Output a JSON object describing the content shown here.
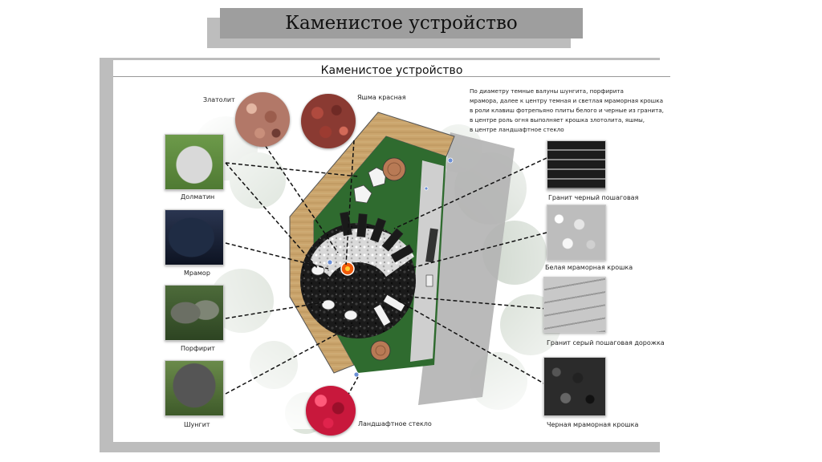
{
  "slide": {
    "title": "Каменистое устройство"
  },
  "sheet": {
    "title": "Каменистое устройство",
    "description": [
      "По диаметру темные валуны шунгита, порфирита",
      "мрамора, далее к центру темная и светлая мраморная крошка",
      "в роли клавиш фотрепьяно плиты белого и черные из гранита,",
      "в центре роль огня выполняет крошка злотолита, яшмы,",
      "в центре ландшафтное стекло"
    ],
    "materials_left": [
      {
        "label": "Долматин",
        "icon": "dolmatin-stone-photo"
      },
      {
        "label": "Мрамор",
        "icon": "marble-stone-photo"
      },
      {
        "label": "Порфирит",
        "icon": "porphyrite-stone-photo"
      },
      {
        "label": "Шунгит",
        "icon": "shungite-stone-photo"
      }
    ],
    "materials_top": [
      {
        "label": "Златолит",
        "icon": "zlatolit-chips-swatch"
      },
      {
        "label": "Яшма красная",
        "icon": "red-jasper-chips-swatch"
      }
    ],
    "materials_right": [
      {
        "label": "Гранит черный  пошаговая",
        "icon": "black-granite-steps-photo"
      },
      {
        "label": "Белая мраморная крошка",
        "icon": "white-marble-chips-photo"
      },
      {
        "label": "Гранит серый пошаговая дорожка",
        "icon": "grey-granite-path-photo"
      },
      {
        "label": "Черная мраморная крошка",
        "icon": "black-marble-chips-photo"
      }
    ],
    "materials_bottom": [
      {
        "label": "Ландшафтное стекло",
        "icon": "landscape-glass-swatch"
      }
    ],
    "colors": {
      "lawn": "#2f6b2f",
      "wood": "#c9a46a",
      "fire": "#f05a0a",
      "jasper": "#8a3a32",
      "glass": "#c8183c"
    }
  }
}
